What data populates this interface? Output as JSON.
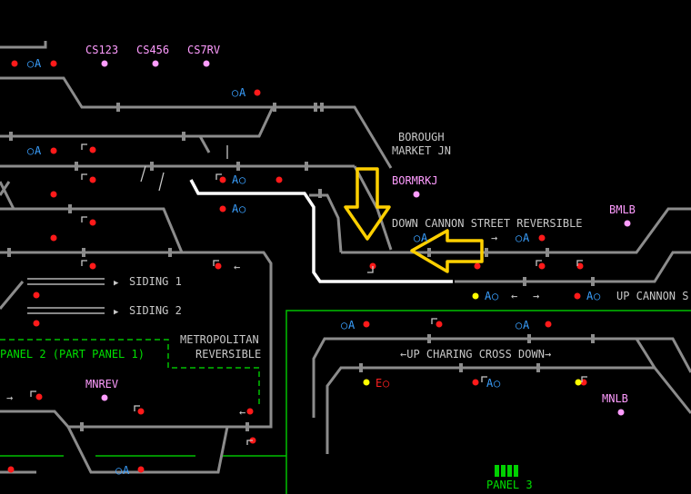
{
  "colors": {
    "background": "#000000",
    "track": "#8c8c8c",
    "route_set": "#ffffff",
    "signal_red": "#ff1a1a",
    "signal_yellow": "#ffff00",
    "berth_pink": "#ff9cff",
    "panel_green": "#00c000",
    "label_grey": "#c8c8c8",
    "arrow_yellow": "#ffd000",
    "auto_blue": "#3aa0ff"
  },
  "berths": {
    "cs123": "CS123",
    "cs456": "CS456",
    "cs7rv": "CS7RV",
    "bormrkj": "BORMRKJ",
    "bmlb": "BMLB",
    "mnrev": "MNREV",
    "mnlb": "MNLB"
  },
  "labels": {
    "borough_1": "BOROUGH",
    "borough_2": "MARKET JN",
    "down_cannon": "DOWN CANNON STREET REVERSIBLE",
    "up_cannon": "UP CANNON S",
    "siding1": "SIDING 1",
    "siding2": "SIDING 2",
    "panel2": "PANEL 2 (PART PANEL 1)",
    "metro_1": "METROPOLITAN",
    "metro_2": "REVERSIBLE",
    "up_charing": "←UP CHARING CROSS DOWN→",
    "panel3": "PANEL 3"
  },
  "glyphs": {
    "auto": "A",
    "emergency": "E",
    "ring": "○",
    "arrow_left": "←",
    "arrow_right": "→",
    "arrow_down_left": "↲",
    "arrow_up_right": "↱",
    "tri_right": "▶"
  },
  "icons": [
    "yellow-down-arrow-icon",
    "yellow-left-arrow-icon",
    "panel3-indicator-icon"
  ]
}
